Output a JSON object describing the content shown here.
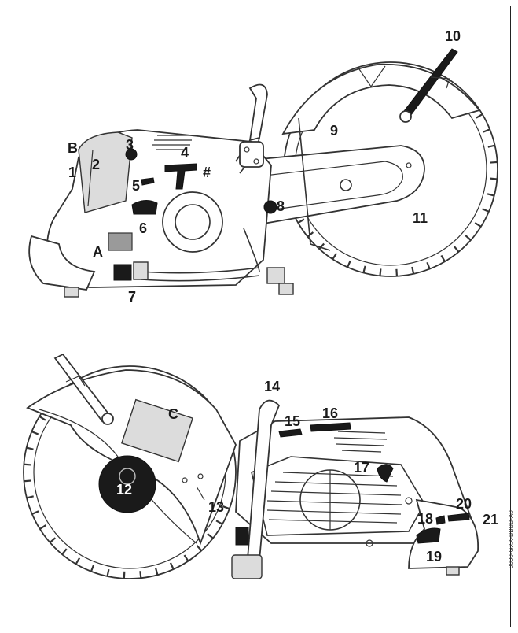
{
  "top_labels": {
    "l10": "10",
    "lB": "B",
    "l3": "3",
    "l4": "4",
    "l2": "2",
    "l1": "1",
    "lhash": "#",
    "l5": "5",
    "l9": "9",
    "l8": "8",
    "l6": "6",
    "l11": "11",
    "lA": "A",
    "l7": "7"
  },
  "bottom_labels": {
    "l14": "14",
    "l16": "16",
    "l15": "15",
    "lC": "C",
    "l17": "17",
    "l13": "13",
    "l12": "12",
    "l20": "20",
    "l18": "18",
    "l21": "21",
    "l19": "19"
  },
  "side_code": "0000-GXX-BBBB-A0"
}
